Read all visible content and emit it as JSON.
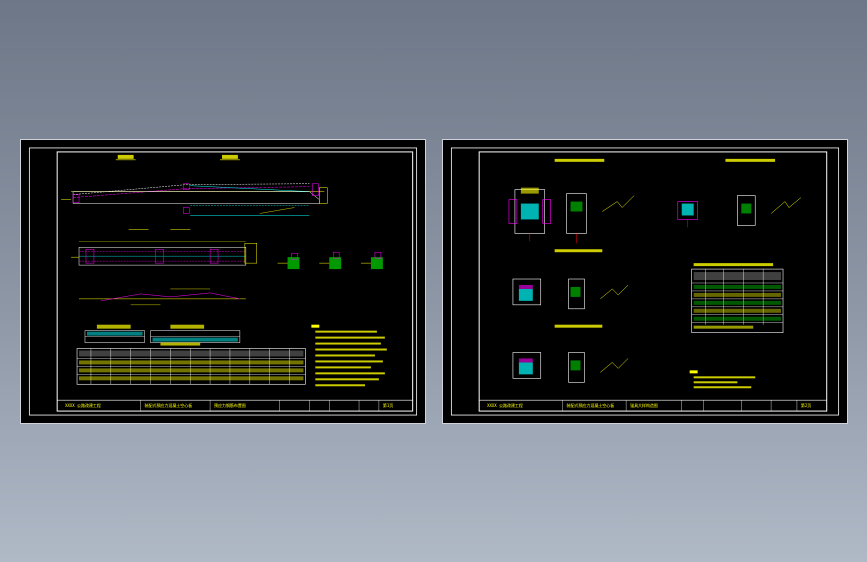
{
  "sheets": [
    {
      "id": "sheet-1",
      "title_block": {
        "project": "XXXX 公路改建工程",
        "drawing_title": "装配式预应力混凝土空心板",
        "drawing_name": "预应力钢筋布置图",
        "sheet_no": "第1页"
      }
    },
    {
      "id": "sheet-2",
      "title_block": {
        "project": "XXXX 公路改建工程",
        "drawing_title": "装配式预应力混凝土空心板",
        "drawing_name": "锚具大样构造图",
        "sheet_no": "第2页"
      }
    }
  ],
  "colors": {
    "background": "#7a8494",
    "sheet": "#000000",
    "frame": "#ffffff",
    "line_yellow": "#ffff00",
    "line_cyan": "#00ffff",
    "line_magenta": "#ff00ff",
    "line_green": "#00ff00",
    "line_red": "#ff0000",
    "line_blue": "#3060ff"
  }
}
